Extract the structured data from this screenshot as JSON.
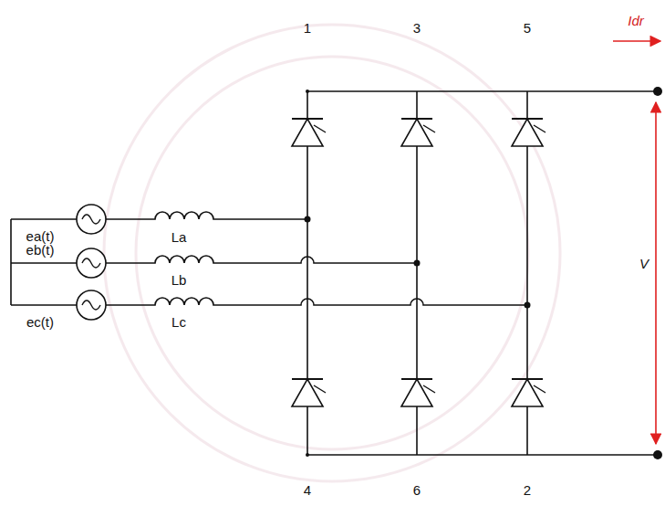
{
  "diagram": {
    "labels": [
      "1",
      "3",
      "5",
      "Idr",
      "ea(t)",
      "La",
      "eb(t)",
      "Lb",
      "ec(t)",
      "Lc",
      "V",
      "4",
      "6",
      "2"
    ]
  }
}
